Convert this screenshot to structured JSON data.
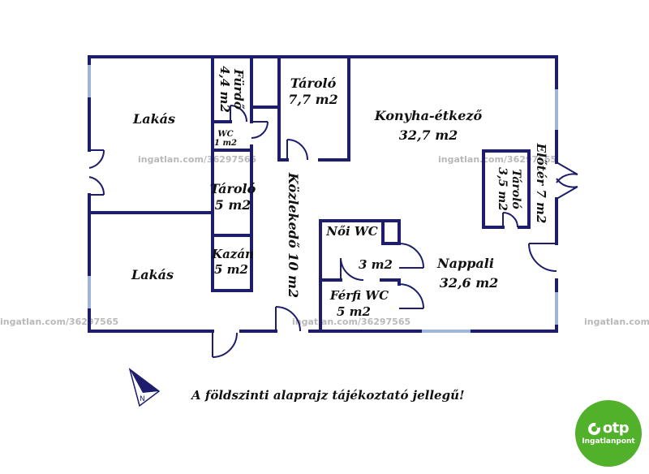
{
  "watermark": "ingatlan.com/36297565",
  "rooms": {
    "lakas_top": "Lakás",
    "lakas_bottom": "Lakás",
    "furdo_name": "Fürdő",
    "furdo_area": "4,4 m2",
    "wc_name": "WC",
    "wc_area": "1 m2",
    "tarolo1_name": "Tároló",
    "tarolo1_area": "7,7 m2",
    "konyha_name": "Konyha-étkező",
    "konyha_area": "32,7 m2",
    "tarolo2_name": "Tároló",
    "tarolo2_area": "5 m2",
    "kozlekedo": "Közlekedő 10 m2",
    "kazan_name": "Kazán",
    "kazan_area": "5 m2",
    "noi_wc_name": "Női WC",
    "noi_wc_area": "3 m2",
    "nappali_name": "Nappali",
    "nappali_area": "32,6 m2",
    "ferfi_wc_name": "Férfi WC",
    "ferfi_wc_area": "5 m2",
    "tarolo3_name": "Tároló",
    "tarolo3_area": "3,5 m2",
    "eloter": "Előtér 7 m2"
  },
  "compass_letter": "N",
  "note": "A földszinti alaprajz tájékoztató jellegű!",
  "logo": {
    "word": "otp",
    "sub": "Ingatlanpont"
  },
  "colors": {
    "wall": "#1d1d6b",
    "window": "#9fb6d9",
    "logo": "#52b12b"
  }
}
